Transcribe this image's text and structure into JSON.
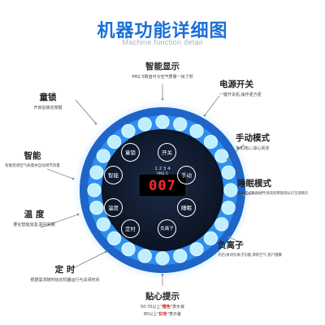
{
  "header": {
    "title": "机器功能详细图",
    "subtitle": "Machine function detail"
  },
  "colors": {
    "title_blue": "#1a6fd8",
    "ring_outer": "#1f64c8",
    "ring_inner": "#2d8ff0",
    "bead": "#bfefff",
    "panel": "#0f1a2d",
    "display_bg": "#000000",
    "display_digits": "#ff2a2a",
    "alert_red": "#d02020"
  },
  "features": {
    "smart_display": {
      "title": "智能显示",
      "desc": "PM2.5数值可令空气质量一目了然"
    },
    "power_switch": {
      "title": "电源开关",
      "desc": "一键开关机,操作更方便"
    },
    "child_lock": {
      "title": "童锁",
      "desc": "开启后锁定按键"
    },
    "manual_mode": {
      "title": "手动模式",
      "desc": "净化随心,操心而定"
    },
    "smart": {
      "title": "智能",
      "desc": "智能检测空气质量并自动调节风量"
    },
    "sleep_mode": {
      "title": "睡眠模式",
      "desc": "睡眠模式静音运行,具有照明氛围以灯全部熄灭"
    },
    "temperature": {
      "title": "温 度",
      "desc": "要化智能加湿,驱回易眠"
    },
    "negative_ion": {
      "title": "负离子",
      "desc": "开启/关闭负离子功能,清新空气,客户健康"
    },
    "timer": {
      "title": "定 时",
      "desc": "根据需求随时给定机器运行与关闭时间"
    },
    "warm_tip": {
      "title": "贴心提示",
      "desc_line1_pre": "50-70以上\"",
      "desc_line1_hl": "橙色",
      "desc_line1_post": "\"表示良",
      "desc_line2_pre": "80以上\"",
      "desc_line2_hl": "红色",
      "desc_line2_post": "\"表示差"
    }
  },
  "panel": {
    "buttons": {
      "child_lock": "童锁",
      "power": "开关",
      "smart": "智能",
      "manual": "手动",
      "temp": "温度",
      "sleep": "睡眠",
      "timer": "定时",
      "neg_ion": "负离子"
    },
    "display": {
      "speed_levels": "1 2 3 4",
      "pm_label": "PM2.5",
      "reading": "007"
    }
  }
}
